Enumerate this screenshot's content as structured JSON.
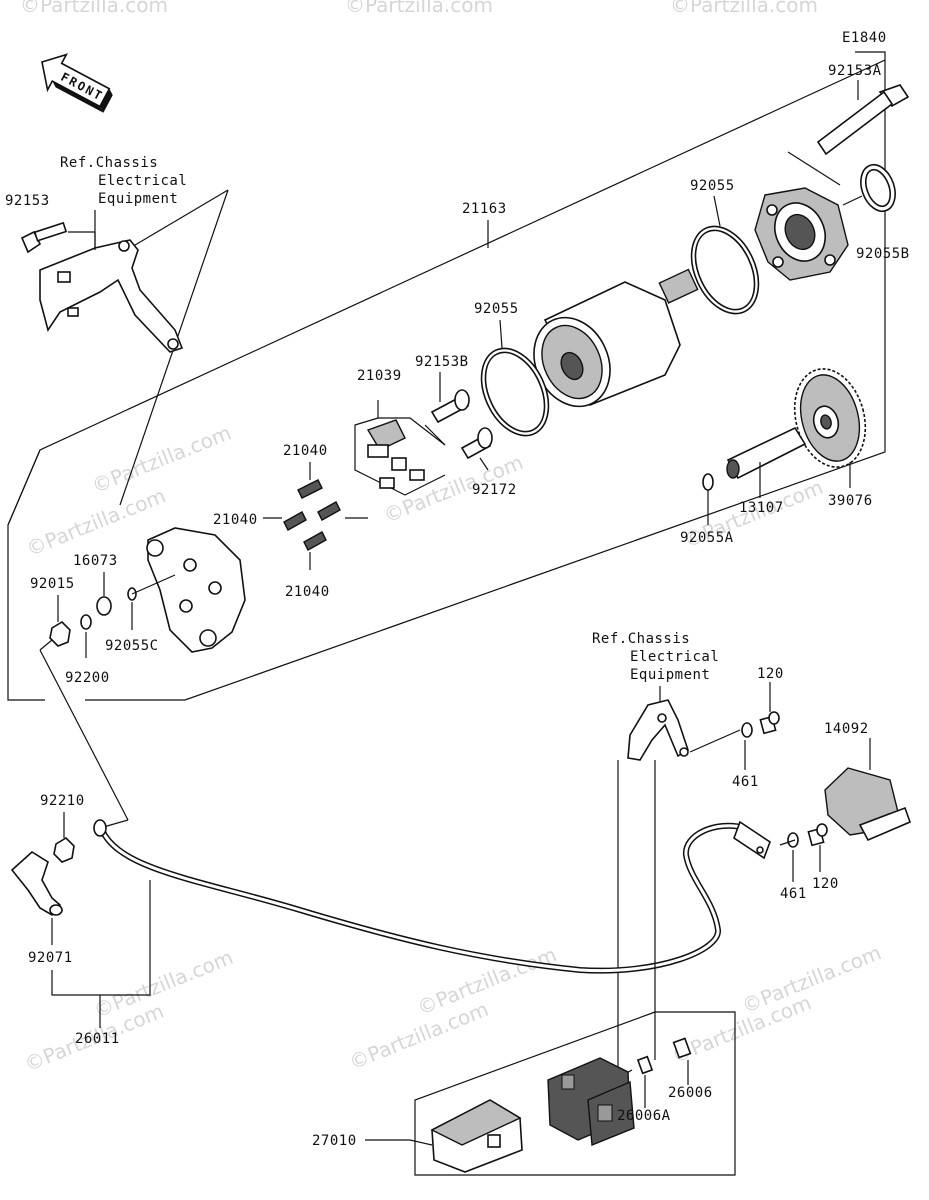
{
  "diagram": {
    "code": "E1840",
    "front_arrow": "FRONT",
    "watermark": "©Partzilla.com",
    "ref_chassis_lines": [
      "Ref.Chassis",
      "Electrical",
      "Equipment"
    ],
    "parts": {
      "p92153A": "92153A",
      "p92153": "92153",
      "p21163": "21163",
      "p92055_top": "92055",
      "p92055B": "92055B",
      "p92055_mid": "92055",
      "p92153B": "92153B",
      "p21039": "21039",
      "p92172": "92172",
      "p21040_a": "21040",
      "p21040_b": "21040",
      "p21040_c": "21040",
      "p16073": "16073",
      "p92015": "92015",
      "p92055C": "92055C",
      "p92200": "92200",
      "p13107": "13107",
      "p39076": "39076",
      "p92055A": "92055A",
      "p120_a": "120",
      "p120_b": "120",
      "p461_a": "461",
      "p461_b": "461",
      "p14092": "14092",
      "p92210": "92210",
      "p92071": "92071",
      "p26011": "26011",
      "p26006": "26006",
      "p26006A": "26006A",
      "p27010": "27010"
    }
  }
}
